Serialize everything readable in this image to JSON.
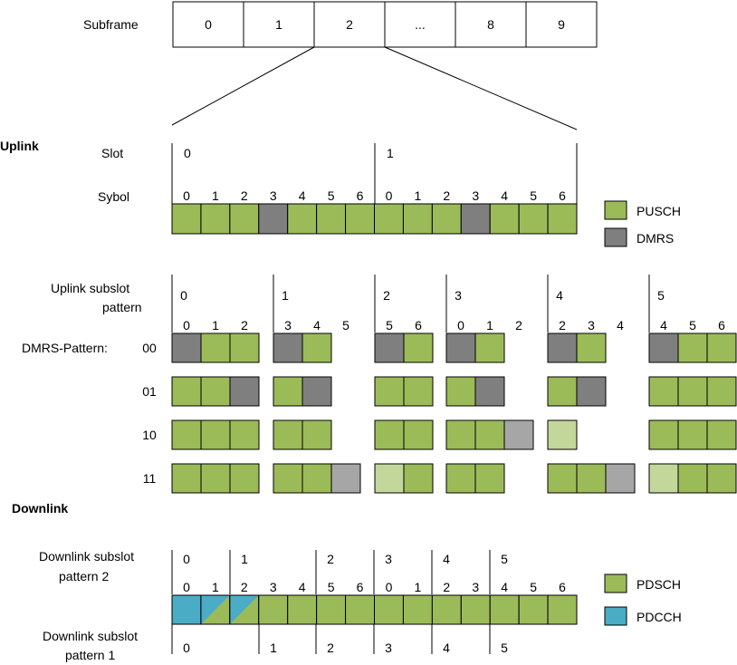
{
  "colors": {
    "green": "#9BBB59",
    "light_green": "#C4D79B",
    "dmrs_dark": "#7F7F7F",
    "dmrs_light": "#A6A6A6",
    "pdcch": "#4BACC6",
    "border": "#000000"
  },
  "subframe": {
    "label": "Subframe",
    "cells": [
      "0",
      "1",
      "2",
      "...",
      "8",
      "9"
    ]
  },
  "uplink": {
    "heading": "Uplink",
    "slot_label": "Slot",
    "slot_numbers": [
      "0",
      "1"
    ],
    "symbol_label": "Sybol",
    "symbol_numbers": [
      "0",
      "1",
      "2",
      "3",
      "4",
      "5",
      "6",
      "0",
      "1",
      "2",
      "3",
      "4",
      "5",
      "6"
    ],
    "symbol_types": [
      "P",
      "P",
      "P",
      "D",
      "P",
      "P",
      "P",
      "P",
      "P",
      "P",
      "D",
      "P",
      "P",
      "P"
    ],
    "legend": [
      {
        "label": "PUSCH",
        "type": "P"
      },
      {
        "label": "DMRS",
        "type": "D"
      }
    ],
    "subslot_label": [
      "Uplink subslot",
      "pattern"
    ],
    "subslot_numbers": [
      "0",
      "1",
      "2",
      "3",
      "4",
      "5"
    ],
    "subslot_symbols": [
      [
        "0",
        "1",
        "2"
      ],
      [
        "3",
        "4",
        "5"
      ],
      [
        "5",
        "6"
      ],
      [
        "0",
        "1",
        "2"
      ],
      [
        "2",
        "3",
        "4"
      ],
      [
        "4",
        "5",
        "6"
      ]
    ],
    "dmrs_pattern_label": "DMRS-Pattern:",
    "dmrs_patterns": [
      {
        "code": "00",
        "subslots": [
          [
            "D",
            "P",
            "P"
          ],
          [
            "D",
            "P"
          ],
          [
            "D",
            "P"
          ],
          [
            "D",
            "P"
          ],
          [
            "D",
            "P"
          ],
          [
            "D",
            "P",
            "P"
          ]
        ]
      },
      {
        "code": "01",
        "subslots": [
          [
            "P",
            "P",
            "D"
          ],
          [
            "P",
            "D"
          ],
          [
            "P",
            "P"
          ],
          [
            "P",
            "D"
          ],
          [
            "P",
            "D"
          ],
          [
            "P",
            "P",
            "P"
          ]
        ]
      },
      {
        "code": "10",
        "subslots": [
          [
            "P",
            "P",
            "P"
          ],
          [
            "P",
            "P"
          ],
          [
            "P",
            "P"
          ],
          [
            "P",
            "P",
            "L"
          ],
          [
            "G"
          ],
          [
            "P",
            "P",
            "P"
          ]
        ]
      },
      {
        "code": "11",
        "subslots": [
          [
            "P",
            "P",
            "P"
          ],
          [
            "P",
            "P",
            "L"
          ],
          [
            "G",
            "P"
          ],
          [
            "P",
            "P"
          ],
          [
            "P",
            "P",
            "L"
          ],
          [
            "G",
            "P",
            "P"
          ]
        ]
      }
    ]
  },
  "downlink": {
    "heading": "Downlink",
    "pattern2_label": [
      "Downlink subslot",
      "pattern 2"
    ],
    "pattern2_numbers": [
      "0",
      "1",
      "2",
      "3",
      "4",
      "5"
    ],
    "symbol_numbers": [
      "0",
      "1",
      "2",
      "3",
      "4",
      "5",
      "6",
      "0",
      "1",
      "2",
      "3",
      "4",
      "5",
      "6"
    ],
    "symbol_types": [
      "C",
      "S",
      "S",
      "P",
      "P",
      "P",
      "P",
      "P",
      "P",
      "P",
      "P",
      "P",
      "P",
      "P"
    ],
    "pattern1_label": [
      "Downlink subslot",
      "pattern 1"
    ],
    "pattern1_numbers": [
      "0",
      "1",
      "2",
      "3",
      "4",
      "5"
    ],
    "legend": [
      {
        "label": "PDSCH",
        "type": "P"
      },
      {
        "label": "PDCCH",
        "type": "C"
      }
    ]
  }
}
